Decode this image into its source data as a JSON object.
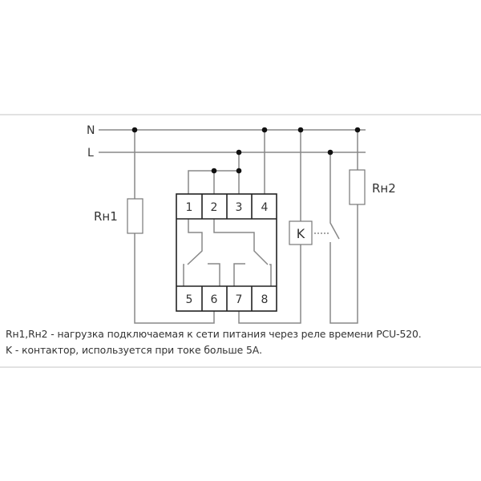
{
  "diagram": {
    "lines": {
      "neutral": "N",
      "live": "L"
    },
    "loads": {
      "load1": "Rн1",
      "load2": "Rн2"
    },
    "contactor": "K",
    "terminals_top": [
      "1",
      "2",
      "3",
      "4"
    ],
    "terminals_bottom": [
      "5",
      "6",
      "7",
      "8"
    ],
    "colors": {
      "wire": "#888888",
      "box": "#222222",
      "dot": "#111111",
      "border": "#cccccc"
    }
  },
  "notes": [
    "Rн1,Rн2 - нагрузка подключаемая к сети питания через реле времени PCU-520.",
    "K - контактор, используется  при токе  больше 5А."
  ]
}
